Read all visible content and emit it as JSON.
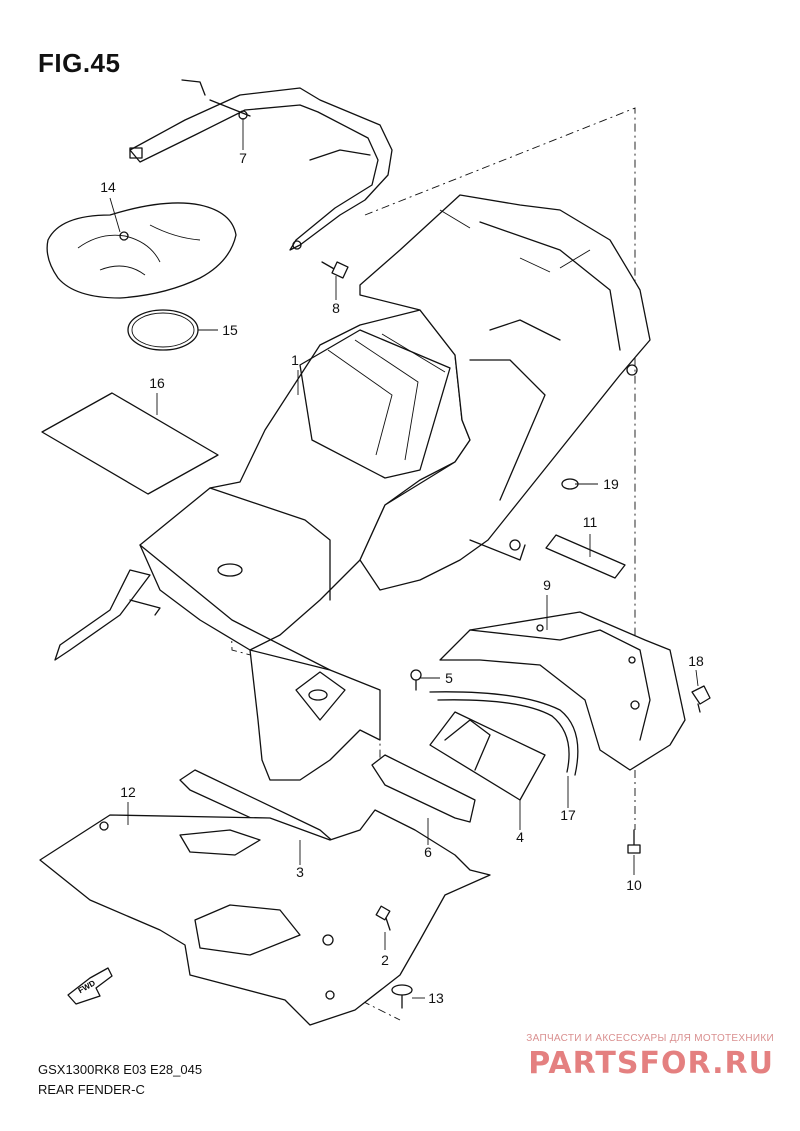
{
  "figure": {
    "title": "FIG.45"
  },
  "callouts": [
    {
      "num": "1"
    },
    {
      "num": "2"
    },
    {
      "num": "3"
    },
    {
      "num": "4"
    },
    {
      "num": "5"
    },
    {
      "num": "6"
    },
    {
      "num": "7"
    },
    {
      "num": "8"
    },
    {
      "num": "9"
    },
    {
      "num": "10"
    },
    {
      "num": "11"
    },
    {
      "num": "12"
    },
    {
      "num": "13"
    },
    {
      "num": "14"
    },
    {
      "num": "15"
    },
    {
      "num": "16"
    },
    {
      "num": "17"
    },
    {
      "num": "18"
    },
    {
      "num": "19"
    }
  ],
  "direction_badge": {
    "label": "FWD"
  },
  "footer": {
    "model_code": "GSX1300RK8 E03 E28_045",
    "section_name": "REAR FENDER-C"
  },
  "watermark": {
    "subtitle": "ЗАПЧАСТИ И АКСЕССУАРЫ ДЛЯ МОТОТЕХНИКИ",
    "logo": "PARTSFOR.RU"
  }
}
